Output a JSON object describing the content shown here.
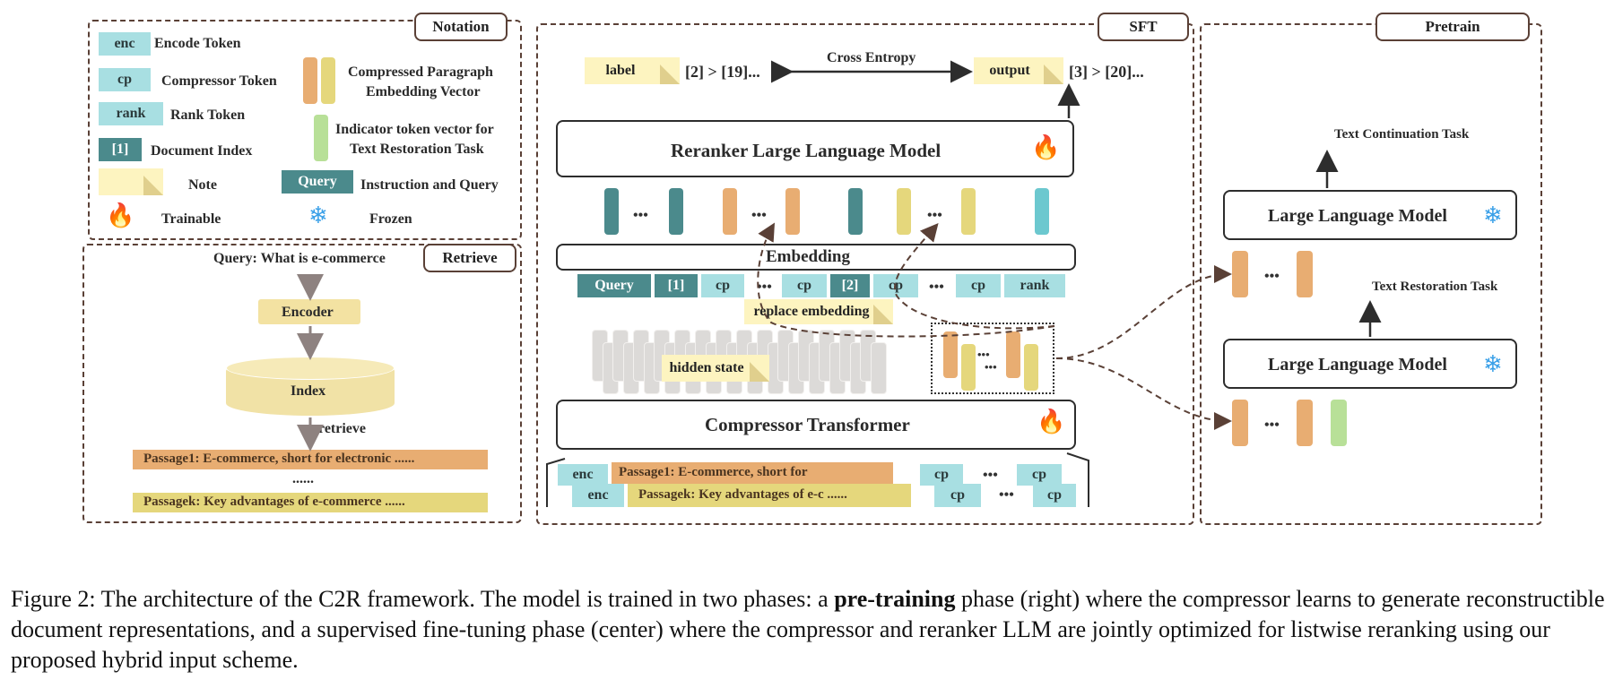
{
  "notation": {
    "tag": "Notation",
    "enc_token": "enc",
    "enc_label": "Encode Token",
    "cp_token": "cp",
    "cp_label": "Compressor Token",
    "rank_token": "rank",
    "rank_label": "Rank Token",
    "index_token": "[1]",
    "index_label": "Document Index",
    "note_label": "Note",
    "trainable_label": "Trainable",
    "compressed_label_1": "Compressed Paragraph",
    "compressed_label_2": "Embedding Vector",
    "indicator_label_1": "Indicator token vector for",
    "indicator_label_2": "Text Restoration Task",
    "query_token": "Query",
    "query_label": "Instruction and Query",
    "frozen_label": "Frozen"
  },
  "retrieve": {
    "tag": "Retrieve",
    "query": "Query: What is e-commerce",
    "encoder": "Encoder",
    "index": "Index",
    "retrieve_label": "retrieve",
    "passage1": "Passage1: E-commerce, short for electronic ......",
    "ellipsis": "......",
    "passagek": "Passagek: Key advantages of e-commerce ......"
  },
  "sft": {
    "tag": "SFT",
    "label_note": "label",
    "label_value": "[2] > [19]...",
    "cross_entropy": "Cross Entropy",
    "output_note": "output",
    "output_value": "[3] > [20]...",
    "reranker": "Reranker Large Language Model",
    "embedding": "Embedding",
    "tokens": [
      "Query",
      "[1]",
      "cp",
      "•••",
      "cp",
      "[2]",
      "cp",
      "•••",
      "cp",
      "rank"
    ],
    "replace_embedding": "replace embedding",
    "hidden_state": "hidden state",
    "compressor": "Compressor Transformer",
    "input_enc_1": "enc",
    "input_passage_1": "Passage1: E-commerce, short for",
    "input_enc_k": "enc",
    "input_passage_k": "Passagek: Key advantages of e-c ......",
    "input_cp": "cp",
    "dots": "•••"
  },
  "pretrain": {
    "tag": "Pretrain",
    "continuation_task": "Text Continuation Task",
    "llm_top": "Large Language Model",
    "restoration_task": "Text Restoration Task",
    "llm_bottom": "Large Language Model",
    "dots": "•••"
  },
  "icons": {
    "trainable": "🔥",
    "frozen": "❄"
  },
  "caption": {
    "prefix": "Figure 2: The architecture of the C2R framework. The model is trained in two phases: a ",
    "bold": "pre-training",
    "suffix": " phase (right) where the compressor learns to generate reconstructible document representations, and a supervised fine-tuning phase (center) where the compressor and reranker LLM are jointly optimized for listwise reranking using our proposed hybrid input scheme."
  },
  "colors": {
    "panel_border": "#5a4036",
    "encode_token": "#a8dfe2",
    "doc_index": "#4b8a8c",
    "compressed_orange": "#e8ad72",
    "compressed_yellow": "#e5d77c",
    "indicator_green": "#b8e098",
    "note": "#fdf4c0",
    "frozen_blue": "#3aa0e8"
  }
}
